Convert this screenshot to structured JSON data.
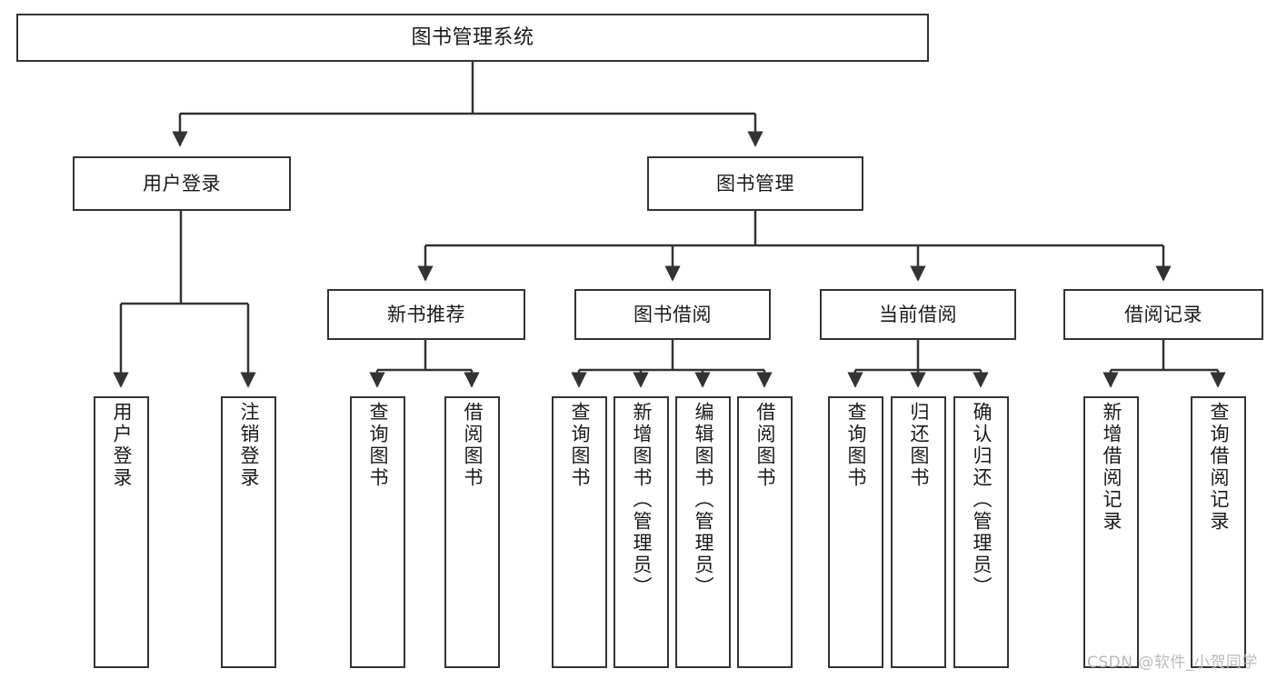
{
  "diagram": {
    "title": "图书管理系统",
    "type": "function-structure-tree",
    "line_color": "#333333",
    "box_fill": "#ffffff",
    "text_color": "#1a1a1a",
    "watermark": "CSDN @软件_小贺同学"
  },
  "nodes": {
    "root": {
      "label": "图书管理系统"
    },
    "level2": [
      {
        "label": "用户登录"
      },
      {
        "label": "图书管理"
      }
    ],
    "level3": [
      {
        "label": "新书推荐"
      },
      {
        "label": "图书借阅"
      },
      {
        "label": "当前借阅"
      },
      {
        "label": "借阅记录"
      }
    ],
    "leaves_user_login": [
      {
        "label": "用户登录"
      },
      {
        "label": "注销登录"
      }
    ],
    "leaves_new_book": [
      {
        "label": "查询图书"
      },
      {
        "label": "借阅图书"
      }
    ],
    "leaves_borrow": [
      {
        "label": "查询图书"
      },
      {
        "label": "新增图书（管理员）"
      },
      {
        "label": "编辑图书（管理员）"
      },
      {
        "label": "借阅图书"
      }
    ],
    "leaves_current": [
      {
        "label": "查询图书"
      },
      {
        "label": "归还图书"
      },
      {
        "label": "确认归还（管理员）"
      }
    ],
    "leaves_record": [
      {
        "label": "新增借阅记录"
      },
      {
        "label": "查询借阅记录"
      }
    ]
  }
}
